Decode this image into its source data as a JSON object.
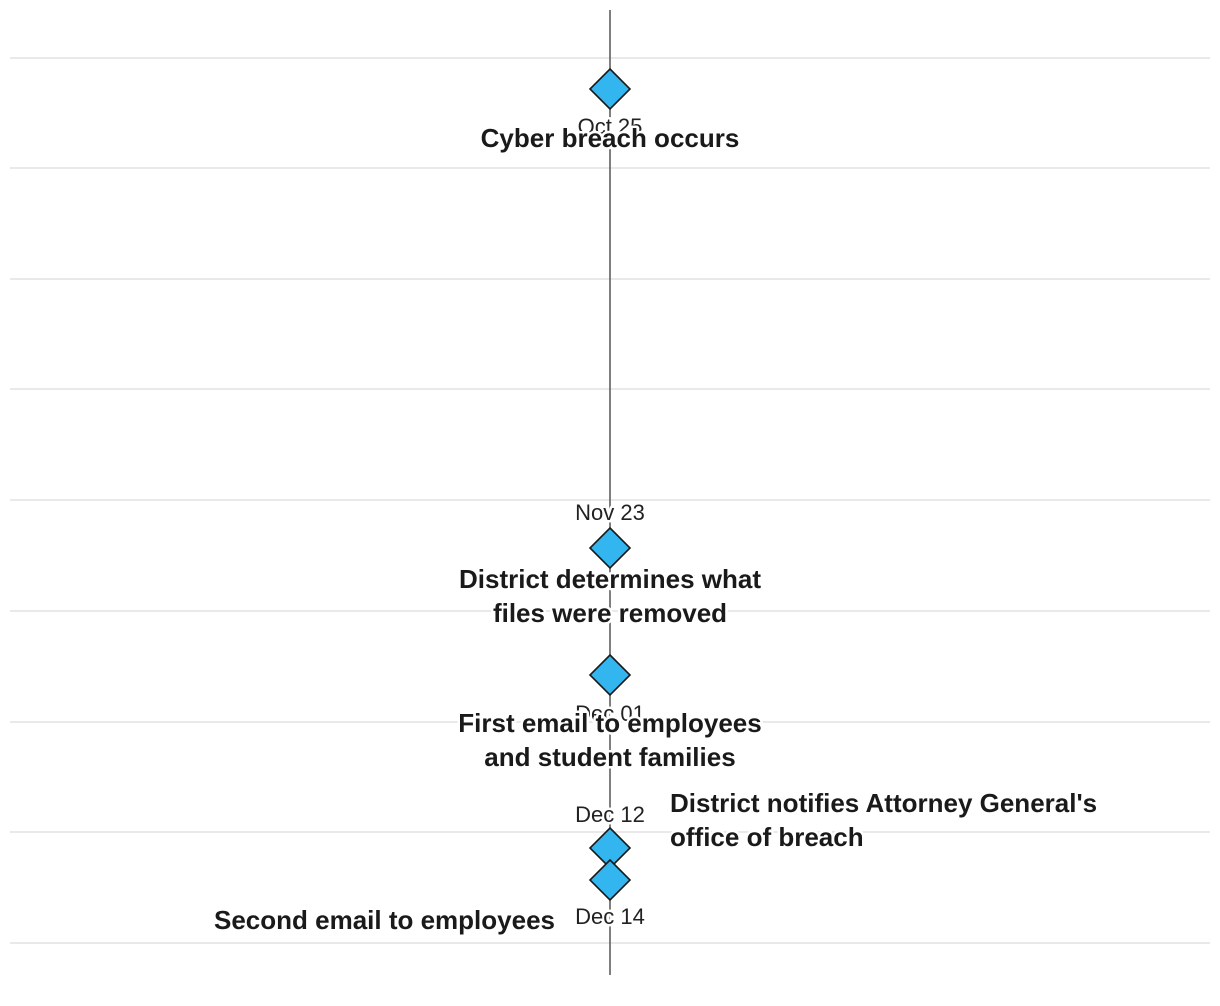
{
  "chart_data": {
    "type": "timeline",
    "orientation": "vertical",
    "events": [
      {
        "date": "Oct 25",
        "label": [
          "Cyber breach occurs"
        ]
      },
      {
        "date": "Nov 23",
        "label": [
          "District determines what",
          "files were removed"
        ]
      },
      {
        "date": "Dec 01",
        "label": [
          "First email to employees",
          "and student families"
        ]
      },
      {
        "date": "Dec 12",
        "label": [
          "District notifies Attorney General's",
          "office of breach"
        ]
      },
      {
        "date": "Dec 14",
        "label": [
          "Second email to employees"
        ]
      }
    ],
    "grid": true,
    "colors": {
      "marker": "#33b5f0",
      "axis": "#555555",
      "grid": "#dcdcdc",
      "text": "#1a1a1a"
    }
  }
}
